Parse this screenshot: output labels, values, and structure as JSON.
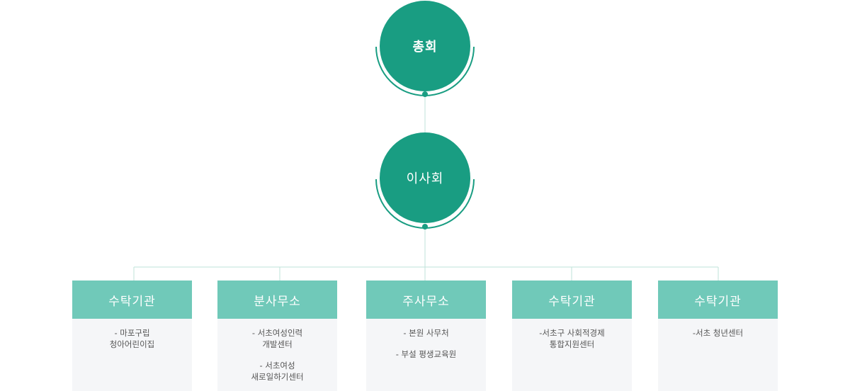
{
  "top_nodes": [
    {
      "label": "총회"
    },
    {
      "label": "이사회"
    }
  ],
  "units": [
    {
      "title": "수탁기관",
      "items": [
        "- 마포구립\n청아어린이집"
      ]
    },
    {
      "title": "분사무소",
      "items": [
        "- 서초여성인력\n개발센터",
        "- 서초여성\n새로일하기센터"
      ]
    },
    {
      "title": "주사무소",
      "items": [
        "- 본원 사무처",
        "- 부설 평생교육원"
      ]
    },
    {
      "title": "수탁기관",
      "items": [
        "-서초구 사회적경제\n통합지원센터"
      ]
    },
    {
      "title": "수탁기관",
      "items": [
        "-서초 청년센터"
      ]
    }
  ],
  "colors": {
    "circle": "#199d82",
    "unit_header": "#70c9b9",
    "unit_body": "#f5f6f8",
    "connector": "#bfe3da"
  }
}
